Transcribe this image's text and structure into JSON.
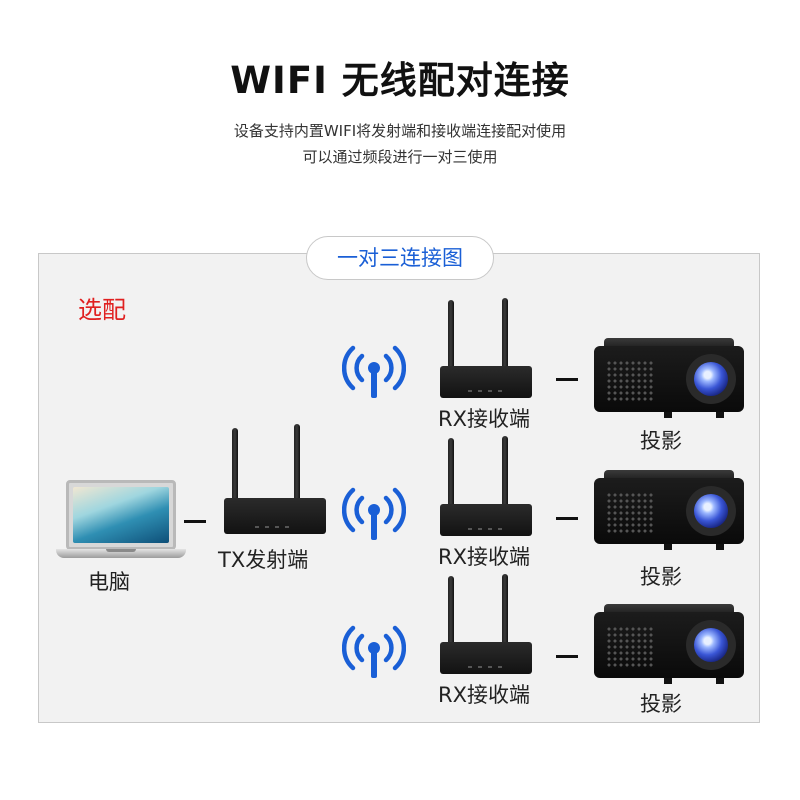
{
  "header": {
    "title": "WIFI 无线配对连接",
    "subtitle_line1": "设备支持内置WIFI将发射端和接收端连接配对使用",
    "subtitle_line2": "可以通过频段进行一对三使用"
  },
  "diagram": {
    "panel_label": "一对三连接图",
    "pair_mode_label": "选配",
    "laptop_label": "电脑",
    "transmitter_label": "TX发射端",
    "receivers": [
      {
        "label": "RX接收端",
        "projector_label": "投影"
      },
      {
        "label": "RX接收端",
        "projector_label": "投影"
      },
      {
        "label": "RX接收端",
        "projector_label": "投影"
      }
    ],
    "icons": {
      "signal": "wifi-signal-icon",
      "laptop": "laptop-icon",
      "router": "wireless-router-icon",
      "projector": "projector-icon"
    },
    "colors": {
      "accent_blue": "#1a5fd6",
      "pair_red": "#e02020",
      "panel_bg": "#f2f2f2"
    }
  }
}
